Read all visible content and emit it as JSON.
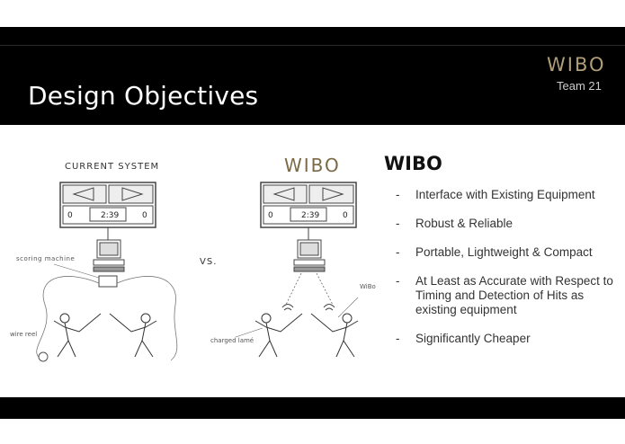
{
  "slide": {
    "title": "Design Objectives",
    "logo": "WIBO",
    "team": "Team 21"
  },
  "diagram": {
    "current_label": "CURRENT SYSTEM",
    "vs_label": "VS.",
    "wibo_logo": "WIBO",
    "score_display": {
      "left": "0",
      "time": "2:39",
      "right": "0"
    },
    "scoring_machine_label": "scoring machine",
    "wire_reel_label": "wire reel",
    "charged_lame_label": "charged lamé",
    "wibo_device_label": "WiBo device"
  },
  "objectives": {
    "heading": "WIBO",
    "items": [
      "Interface with Existing Equipment",
      "Robust & Reliable",
      "Portable, Lightweight & Compact",
      "At Least as Accurate with Respect to Timing and Detection of Hits as existing equipment",
      "Significantly Cheaper"
    ]
  },
  "colors": {
    "header_bg": "#000000",
    "logo_gold": "#b09e78",
    "text": "#333333"
  }
}
